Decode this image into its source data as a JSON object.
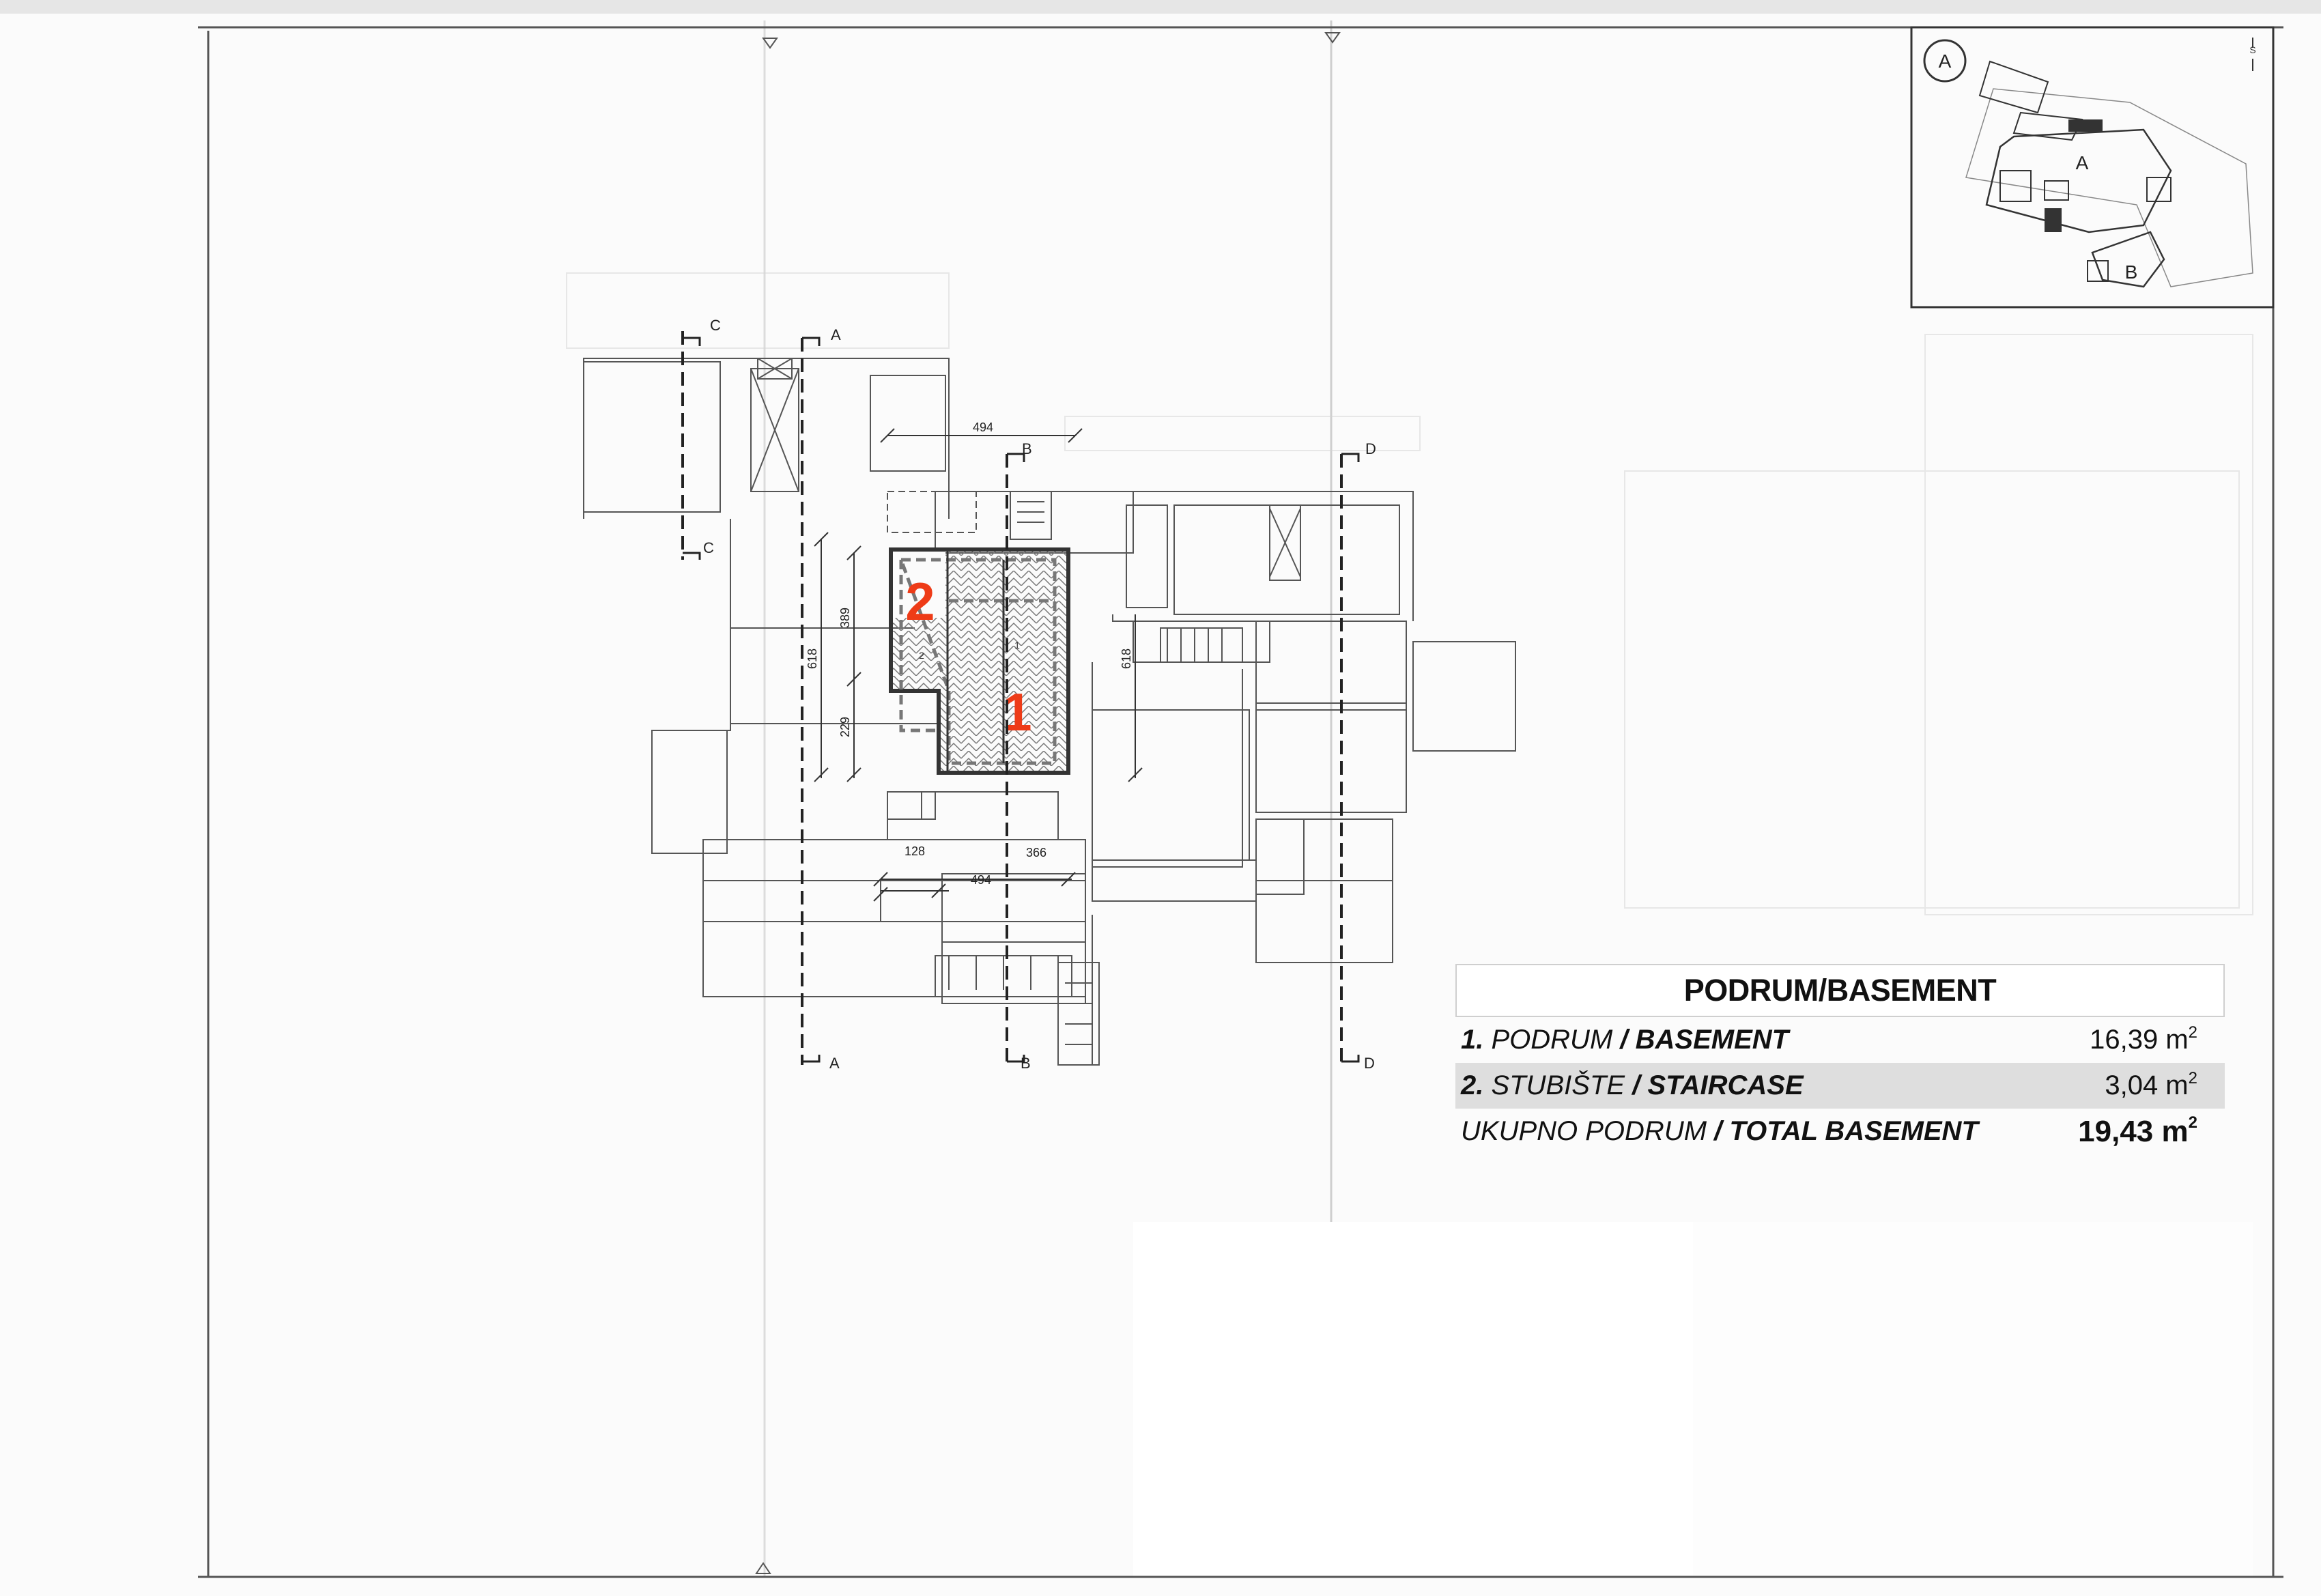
{
  "key_plan": {
    "label": "A",
    "building_a": "A",
    "building_b": "B",
    "north_mark": "S"
  },
  "section_marks": {
    "a": "A",
    "b": "B",
    "c": "C",
    "d": "D"
  },
  "dimensions": {
    "d_494_top": "494",
    "d_618_left": "618",
    "d_389": "389",
    "d_229": "229",
    "d_618_right": "618",
    "d_128": "128",
    "d_366": "366",
    "d_494_bottom": "494"
  },
  "rooms": {
    "room_1": "1",
    "room_2": "2",
    "room_1_small": "1",
    "room_2_small": "2"
  },
  "legend": {
    "title": "PODRUM/BASEMENT",
    "rows": [
      {
        "num": "1.",
        "local": "PODRUM",
        "sep": "/",
        "english": "BASEMENT",
        "area": "16,39 m",
        "sup": "2"
      },
      {
        "num": "2.",
        "local": "STUBIŠTE",
        "sep": "/",
        "english": "STAIRCASE",
        "area": "3,04 m",
        "sup": "2"
      }
    ],
    "total": {
      "local": "UKUPNO PODRUM",
      "sep": "/",
      "english": "TOTAL BASEMENT",
      "area": "19,43 m",
      "sup": "2"
    }
  },
  "colors": {
    "highlight_numbers": "#ee3b17",
    "legend_shade": "#dedede",
    "line": "#444444"
  }
}
